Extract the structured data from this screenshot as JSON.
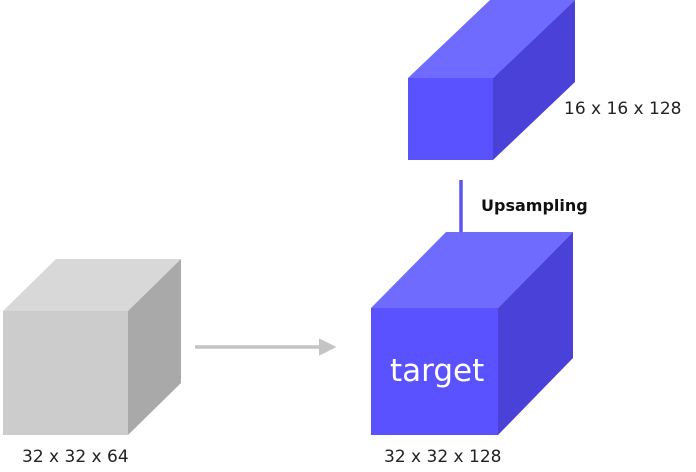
{
  "colors": {
    "blue_front": "#5a52ff",
    "blue_top": "#706bff",
    "blue_side": "#4a41d8",
    "gray_front": "#cccccc",
    "gray_top": "#d8d8d8",
    "gray_side": "#a9a9a9",
    "arrow_gray": "#c4c4c4",
    "arrow_blue": "#5c55f0"
  },
  "labels": {
    "top_block_dims": "16 x 16 x 128",
    "upsampling": "Upsampling",
    "target_text": "target",
    "gray_block_dims": "32 x 32 x 64",
    "target_block_dims": "32 x 32 x 128"
  }
}
